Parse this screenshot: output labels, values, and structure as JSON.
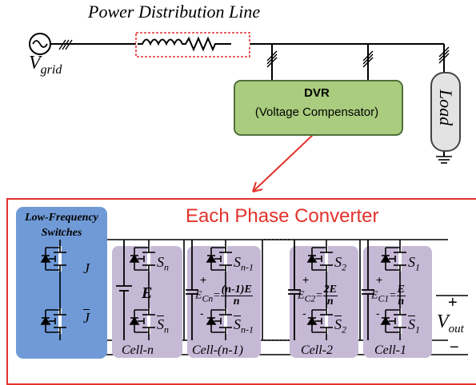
{
  "top": {
    "title": "Power Distribution Line",
    "vgrid_main": "V",
    "vgrid_sub": "grid",
    "dvr_title": "DVR",
    "dvr_subtitle": "(Voltage Compensator)",
    "load_label": "Load"
  },
  "converter": {
    "title": "Each Phase Converter",
    "lf_switches_label": "Low-Frequency Switches",
    "switch_j": "J",
    "switch_jbar": "J",
    "source_label": "E",
    "cells": [
      {
        "label": "Cell-n",
        "top_switch": "S",
        "top_sub": "n",
        "bot_switch": "S",
        "bot_sub": "n",
        "cap_main": "E",
        "cap_sub": "Cn",
        "cap_num": "(n-1)E",
        "cap_den": "n"
      },
      {
        "label": "Cell-(n-1)",
        "top_switch": "S",
        "top_sub": "n-1",
        "bot_switch": "S",
        "bot_sub": "n-1"
      },
      {
        "label": "Cell-2",
        "top_switch": "S",
        "top_sub": "2",
        "bot_switch": "S",
        "bot_sub": "2",
        "cap_main": "E",
        "cap_sub": "C2",
        "cap_num": "2E",
        "cap_den": "n"
      },
      {
        "label": "Cell-1",
        "top_switch": "S",
        "top_sub": "1",
        "bot_switch": "S",
        "bot_sub": "1",
        "cap_main": "E",
        "cap_sub": "C1",
        "cap_num": "E",
        "cap_den": "n"
      }
    ],
    "vout_main": "V",
    "vout_sub": "out",
    "plus": "+",
    "minus": "−",
    "cap_plus": "+",
    "cap_minus": "-"
  },
  "colors": {
    "dvr_fill": "#a9cc7e",
    "lf_fill": "#6f9ad7",
    "cell_fill": "#c6b9d6",
    "panel_border": "#e3322b",
    "filter_box": "#e3322b"
  }
}
